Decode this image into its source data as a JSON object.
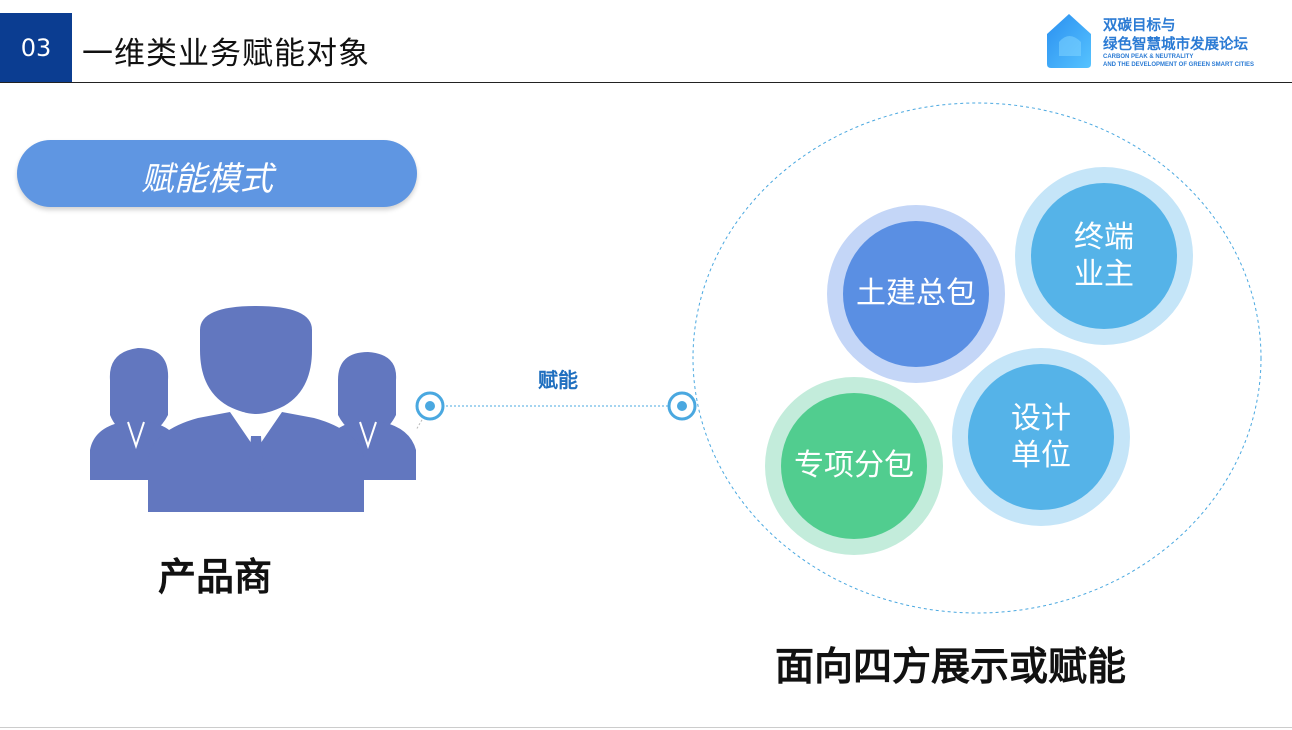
{
  "header": {
    "section_number": "03",
    "title": "一维类业务赋能对象"
  },
  "logo": {
    "line1": "双碳目标与",
    "line2": "绿色智慧城市发展论坛",
    "en_line1": "CARBON PEAK & NEUTRALITY",
    "en_line2": "AND THE DEVELOPMENT OF GREEN SMART CITIES"
  },
  "mode": {
    "label": "赋能模式"
  },
  "producer": {
    "label": "产品商"
  },
  "connector": {
    "label": "赋能"
  },
  "targets": {
    "construction": "土建总包",
    "owner": "终端\n业主",
    "design": "设计\n单位",
    "special": "专项分包"
  },
  "target_summary": "面向四方展示或赋能",
  "colors": {
    "section_badge": "#0b3d91",
    "pill": "#5f96e2",
    "people": "#6277bf",
    "blue_bubble": "#5a8fe3",
    "sky_bubble": "#55b3e8",
    "green_bubble": "#51cd8f",
    "accent_text": "#1f6fbf"
  }
}
